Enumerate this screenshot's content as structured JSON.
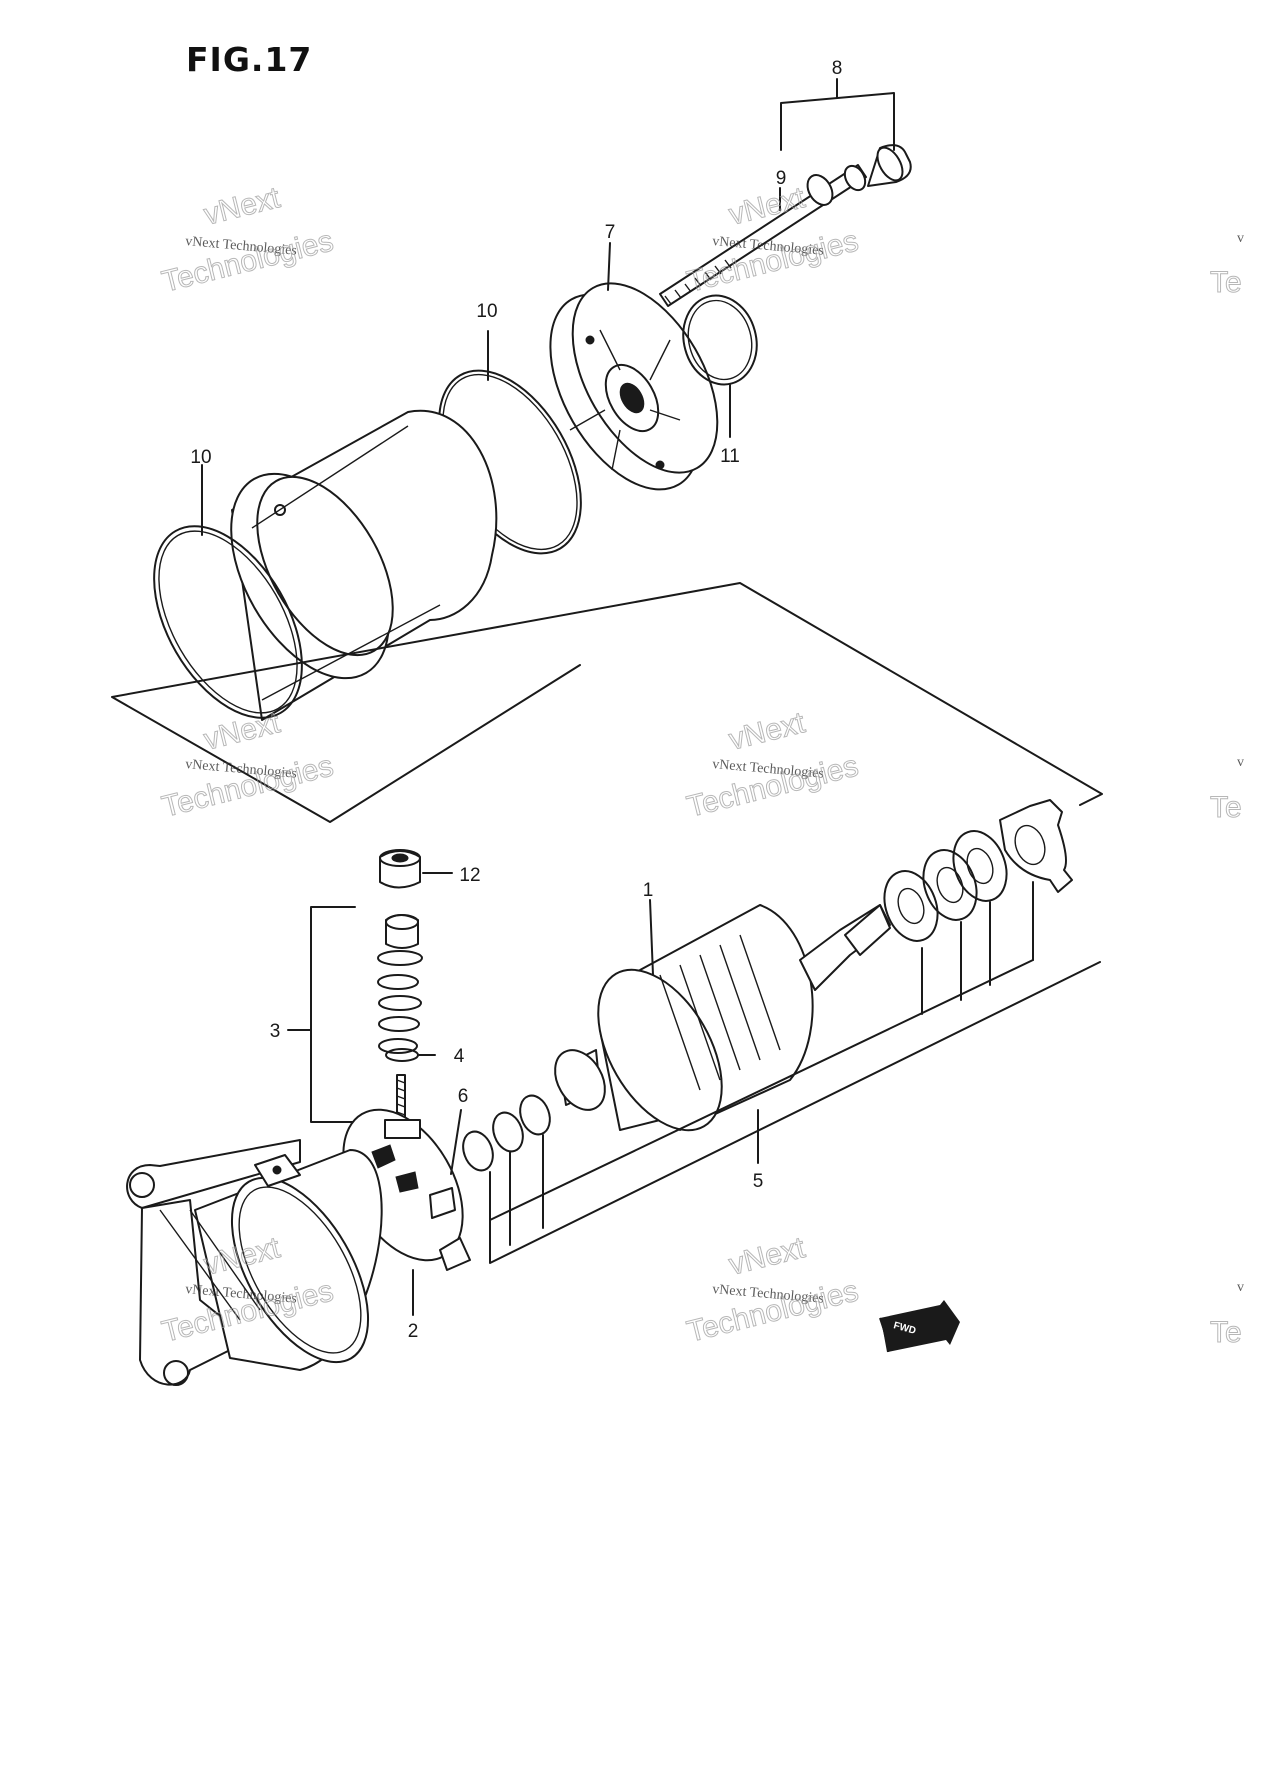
{
  "figure": {
    "title": "FIG.17"
  },
  "callouts": [
    {
      "id": "c1",
      "label": "1"
    },
    {
      "id": "c2",
      "label": "2"
    },
    {
      "id": "c3",
      "label": "3"
    },
    {
      "id": "c4",
      "label": "4"
    },
    {
      "id": "c5",
      "label": "5"
    },
    {
      "id": "c6",
      "label": "6"
    },
    {
      "id": "c7",
      "label": "7"
    },
    {
      "id": "c8",
      "label": "8"
    },
    {
      "id": "c9",
      "label": "9"
    },
    {
      "id": "c10a",
      "label": "10"
    },
    {
      "id": "c10b",
      "label": "10"
    },
    {
      "id": "c11",
      "label": "11"
    },
    {
      "id": "c12",
      "label": "12"
    }
  ],
  "watermark": {
    "line1": "vNext Technologies",
    "line2": "vNext",
    "line3": "Technologies",
    "edge": "v",
    "edge2": "Te"
  },
  "direction_badge": {
    "label": "FWD"
  }
}
